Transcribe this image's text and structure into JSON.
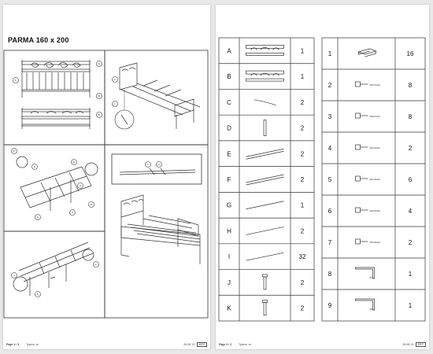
{
  "left_page": {
    "title": "PARMA 160 x 200",
    "footer_page": "Page 1 / 2",
    "footer_mid": "Typenr. xx",
    "footer_date": "26.08.13",
    "footer_badge": "REF",
    "step1_callouts": [
      "A",
      "C",
      "D",
      "B"
    ],
    "step2_callouts": [
      "A",
      "I"
    ],
    "step3_callouts": [
      "F",
      "D",
      "E",
      "H",
      "G",
      "C",
      "E"
    ],
    "step4_callouts": [
      "1",
      "2"
    ],
    "step5_callouts": [
      "J",
      "K",
      "L"
    ]
  },
  "right_page": {
    "footer_page": "Page 2 / 2",
    "footer_mid": "Typenr. xx",
    "footer_date": "26.08.13",
    "footer_badge": "REF",
    "parts": [
      {
        "letter": "A",
        "qty": "1"
      },
      {
        "letter": "B",
        "qty": "1"
      },
      {
        "letter": "C",
        "qty": "2"
      },
      {
        "letter": "D",
        "qty": "2"
      },
      {
        "letter": "E",
        "qty": "2"
      },
      {
        "letter": "F",
        "qty": "2"
      },
      {
        "letter": "G",
        "qty": "1"
      },
      {
        "letter": "H",
        "qty": "2"
      },
      {
        "letter": "I",
        "qty": "32"
      },
      {
        "letter": "J",
        "qty": "2"
      },
      {
        "letter": "K",
        "qty": "2"
      }
    ],
    "hardware": [
      {
        "num": "1",
        "spec": "",
        "qty": "16"
      },
      {
        "num": "2",
        "spec": "M6x35mm",
        "qty": "8"
      },
      {
        "num": "3",
        "spec": "M8x25mm",
        "qty": "8"
      },
      {
        "num": "4",
        "spec": "M6x45mm",
        "qty": "2"
      },
      {
        "num": "5",
        "spec": "M6x40mm",
        "qty": "6"
      },
      {
        "num": "6",
        "spec": "M6x50mm",
        "qty": "4"
      },
      {
        "num": "7",
        "spec": "M8x40mm",
        "qty": "2"
      },
      {
        "num": "8",
        "spec": "M6",
        "qty": "1"
      },
      {
        "num": "9",
        "spec": "M8",
        "qty": "1"
      }
    ]
  }
}
